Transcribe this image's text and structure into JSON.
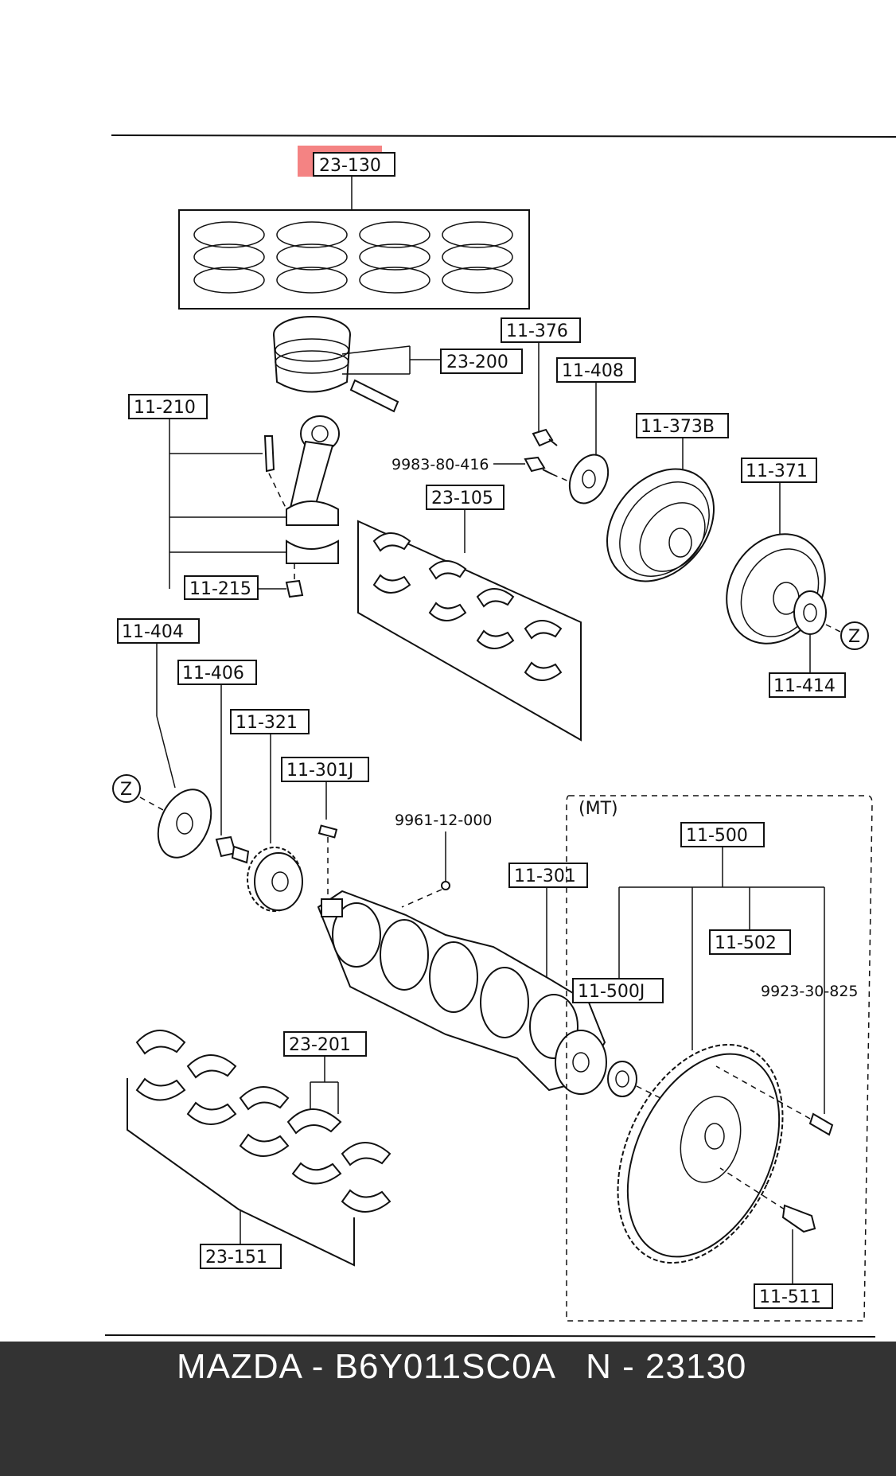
{
  "diagram": {
    "labels": {
      "l23_130": "23-130",
      "l23_200": "23-200",
      "l11_376": "11-376",
      "l11_408": "11-408",
      "l11_210": "11-210",
      "l11_373b": "11-373B",
      "p9983": "9983-80-416",
      "l23_105": "23-105",
      "l11_371": "11-371",
      "l11_215": "11-215",
      "l11_404": "11-404",
      "l11_414": "11-414",
      "l11_406": "11-406",
      "l11_321": "11-321",
      "l11_301j": "11-301J",
      "p9961": "9961-12-000",
      "mt": "(MT)",
      "l11_500": "11-500",
      "l11_301": "11-301",
      "l11_502": "11-502",
      "l11_500j": "11-500J",
      "p9923": "9923-30-825",
      "l23_201": "23-201",
      "l23_151": "23-151",
      "l11_511": "11-511",
      "z1": "Z",
      "z2": "Z"
    },
    "highlight_color": "#f05a5a"
  },
  "footer": {
    "text": "MAZDA - B6Y011SC0A   N - 23130",
    "background": "#333333"
  }
}
